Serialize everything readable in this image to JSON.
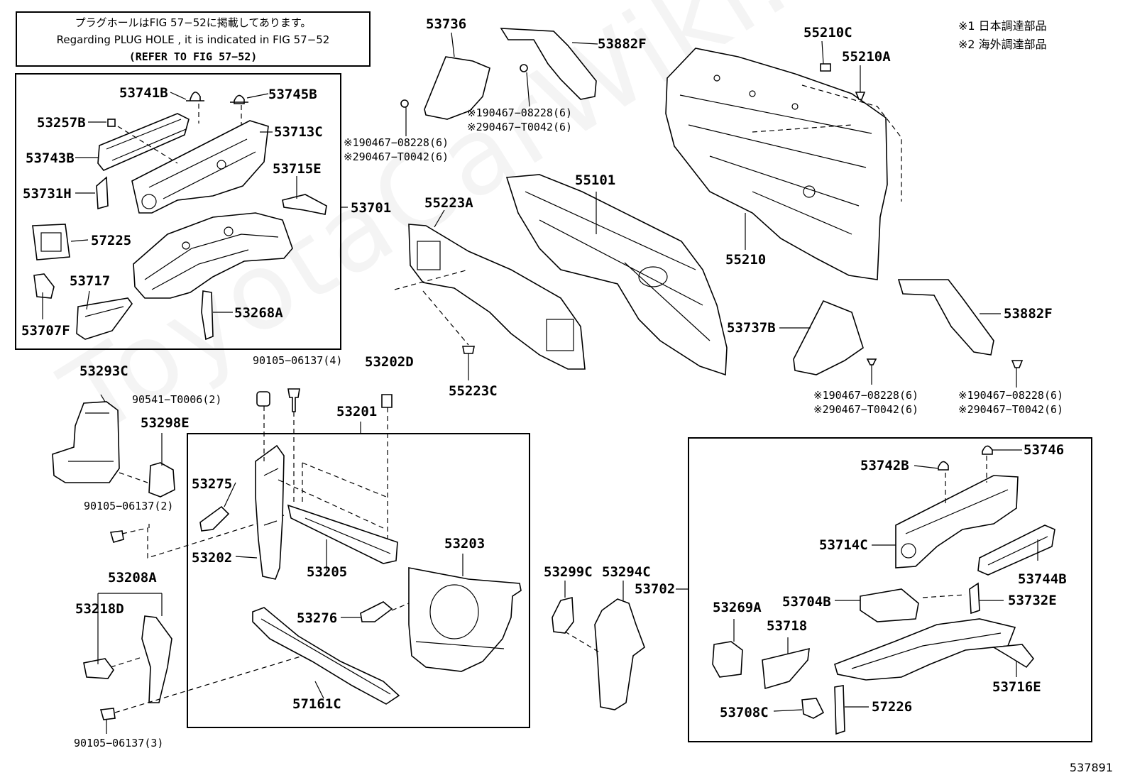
{
  "notice": {
    "line1": "プラグホールはFIG 57−52に掲載してあります。",
    "line2": "Regarding PLUG HOLE , it is indicated in FIG 57−52",
    "line3": "(REFER TO FIG 57−52)"
  },
  "legend": {
    "item1": "※1 日本調達部品",
    "item2": "※2 海外調達部品"
  },
  "figure_number": "537891",
  "watermark": "ToyotaCarWiki.ru",
  "labels": {
    "p53736": "53736",
    "p53882F_top": "53882F",
    "p55210C": "55210C",
    "p55210A": "55210A",
    "p53741B": "53741B",
    "p53745B": "53745B",
    "p53257B": "53257B",
    "p53713C": "53713C",
    "p53743B": "53743B",
    "p53715E": "53715E",
    "p53731H": "53731H",
    "p53701": "53701",
    "p57225": "57225",
    "p53717": "53717",
    "p53707F": "53707F",
    "p53268A": "53268A",
    "p55223A": "55223A",
    "p55101": "55101",
    "p55210": "55210",
    "p55223C": "55223C",
    "p53737B": "53737B",
    "p53882F_right": "53882F",
    "clip1_a": "※190467−08228(6)",
    "clip1_b": "※290467−T0042(6)",
    "clip2_a": "※190467−08228(6)",
    "clip2_b": "※290467−T0042(6)",
    "clip3_a": "※190467−08228(6)",
    "clip3_b": "※290467−T0042(6)",
    "clip4_a": "※190467−08228(6)",
    "clip4_b": "※290467−T0042(6)",
    "p53293C": "53293C",
    "p90105_4": "90105−06137(4)",
    "p53202D": "53202D",
    "p90541": "90541−T0006(2)",
    "p53201": "53201",
    "p53298E": "53298E",
    "p53275": "53275",
    "p90105_2": "90105−06137(2)",
    "p53202": "53202",
    "p53205": "53205",
    "p53203": "53203",
    "p53208A": "53208A",
    "p53218D": "53218D",
    "p53276": "53276",
    "p57161C": "57161C",
    "p90105_3": "90105−06137(3)",
    "p53299C": "53299C",
    "p53294C": "53294C",
    "p53702": "53702",
    "p53746": "53746",
    "p53742B": "53742B",
    "p53714C": "53714C",
    "p53744B": "53744B",
    "p53704B": "53704B",
    "p53732E": "53732E",
    "p53269A": "53269A",
    "p53718": "53718",
    "p53716E": "53716E",
    "p53708C": "53708C",
    "p57226": "57226"
  }
}
